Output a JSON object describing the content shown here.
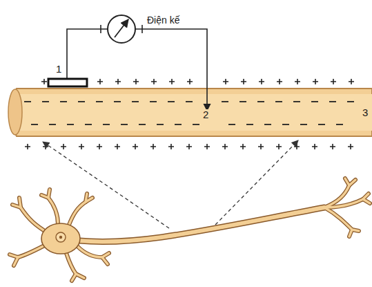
{
  "diagram": {
    "labels": [
      "Điện kế",
      "1",
      "2",
      "3"
    ]
  }
}
